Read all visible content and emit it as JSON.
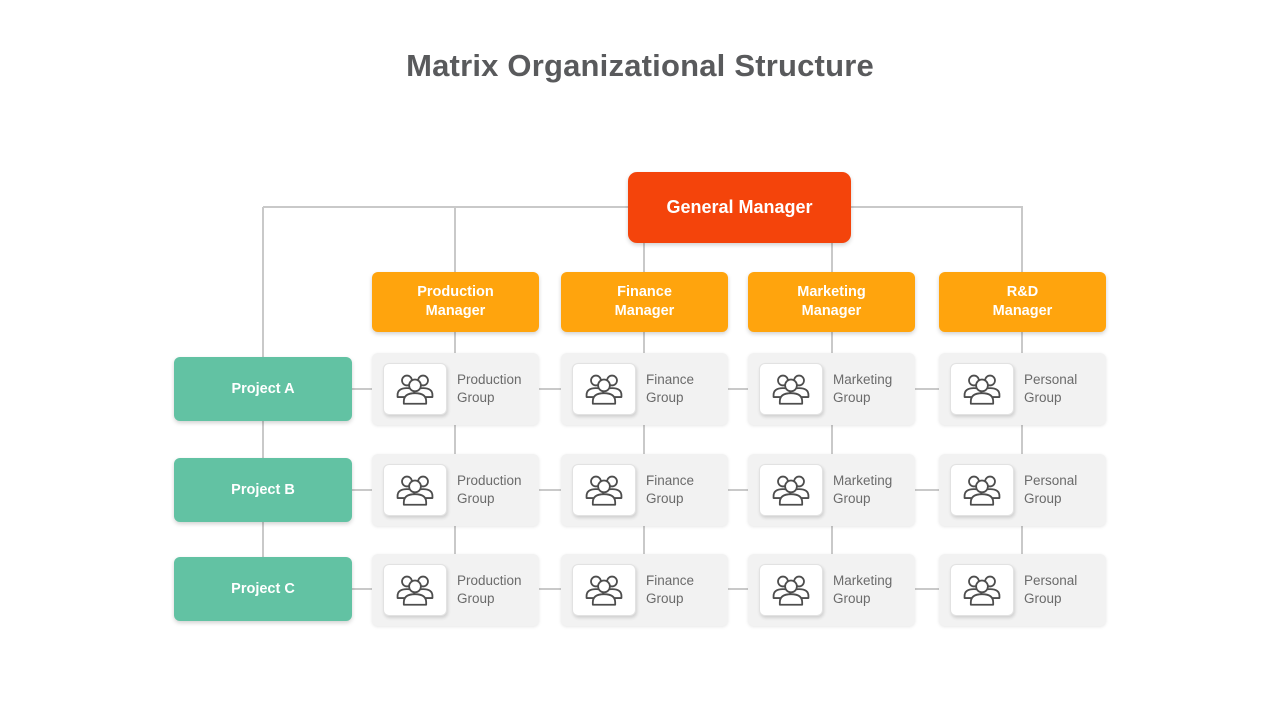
{
  "title": "Matrix Organizational Structure",
  "colors": {
    "general_manager_bg": "#F4440B",
    "manager_bg": "#FFA40D",
    "project_bg": "#62C2A3",
    "cell_bg": "#F2F2F2",
    "line": "#C9C9C9",
    "title_text": "#595A5C",
    "label_text": "#6B6B6B",
    "node_text": "#FFFFFF"
  },
  "general_manager": {
    "label": "General Manager"
  },
  "managers": [
    {
      "line1": "Production",
      "line2": "Manager"
    },
    {
      "line1": "Finance",
      "line2": "Manager"
    },
    {
      "line1": "Marketing",
      "line2": "Manager"
    },
    {
      "line1": "R&D",
      "line2": "Manager"
    }
  ],
  "projects": [
    {
      "label": "Project A"
    },
    {
      "label": "Project B"
    },
    {
      "label": "Project C"
    }
  ],
  "grid": {
    "rows": [
      {
        "cells": [
          {
            "icon": "people-group",
            "line1": "Production",
            "line2": "Group"
          },
          {
            "icon": "people-group",
            "line1": "Finance",
            "line2": "Group"
          },
          {
            "icon": "people-group",
            "line1": "Marketing",
            "line2": "Group"
          },
          {
            "icon": "people-group",
            "line1": "Personal",
            "line2": "Group"
          }
        ]
      },
      {
        "cells": [
          {
            "icon": "people-group",
            "line1": "Production",
            "line2": "Group"
          },
          {
            "icon": "people-group",
            "line1": "Finance",
            "line2": "Group"
          },
          {
            "icon": "people-group",
            "line1": "Marketing",
            "line2": "Group"
          },
          {
            "icon": "people-group",
            "line1": "Personal",
            "line2": "Group"
          }
        ]
      },
      {
        "cells": [
          {
            "icon": "people-group",
            "line1": "Production",
            "line2": "Group"
          },
          {
            "icon": "people-group",
            "line1": "Finance",
            "line2": "Group"
          },
          {
            "icon": "people-group",
            "line1": "Marketing",
            "line2": "Group"
          },
          {
            "icon": "people-group",
            "line1": "Personal",
            "line2": "Group"
          }
        ]
      }
    ]
  }
}
